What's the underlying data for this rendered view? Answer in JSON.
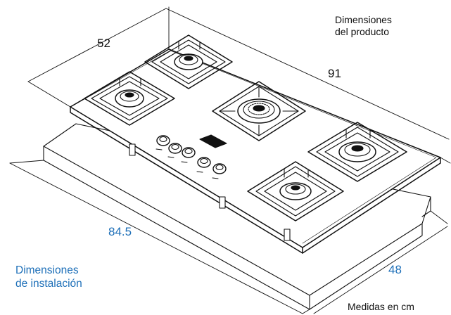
{
  "product_dimensions": {
    "label_line1": "Dimensiones",
    "label_line2": "del producto",
    "depth": "52",
    "width": "91"
  },
  "installation_dimensions": {
    "label_line1": "Dimensiones",
    "label_line2": "de instalación",
    "width": "84.5",
    "depth": "48"
  },
  "units_note": "Medidas en cm",
  "burner_count": 5,
  "knob_count": 5,
  "colors": {
    "line": "#111111",
    "installation_text": "#1d6fb8"
  }
}
